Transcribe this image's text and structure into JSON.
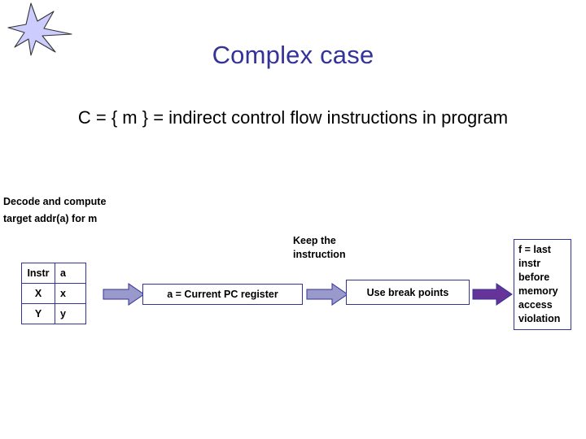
{
  "slide": {
    "title": "Complex case",
    "subtitle": "C = { m } = indirect control flow instructions in program",
    "caption_left": "Decode and compute target addr(a) for m",
    "caption_keep": "Keep the instruction",
    "colors": {
      "title": "#333399",
      "border": "#333399",
      "arrow_fill": "#9999cc",
      "arrow_fill_dark": "#663399",
      "star_fill": "#ccccff",
      "text": "#000000"
    }
  },
  "table": {
    "headers": [
      "Instr",
      "a"
    ],
    "rows": [
      [
        "X",
        "x"
      ],
      [
        "Y",
        "y"
      ]
    ]
  },
  "boxes": {
    "pc_register": "a = Current PC register",
    "break_points": "Use break points",
    "f_note": "f = last instr before memory access violation"
  },
  "icons": {
    "star": "star-icon",
    "arrow_1": "right-arrow-icon",
    "arrow_2": "right-arrow-icon"
  }
}
